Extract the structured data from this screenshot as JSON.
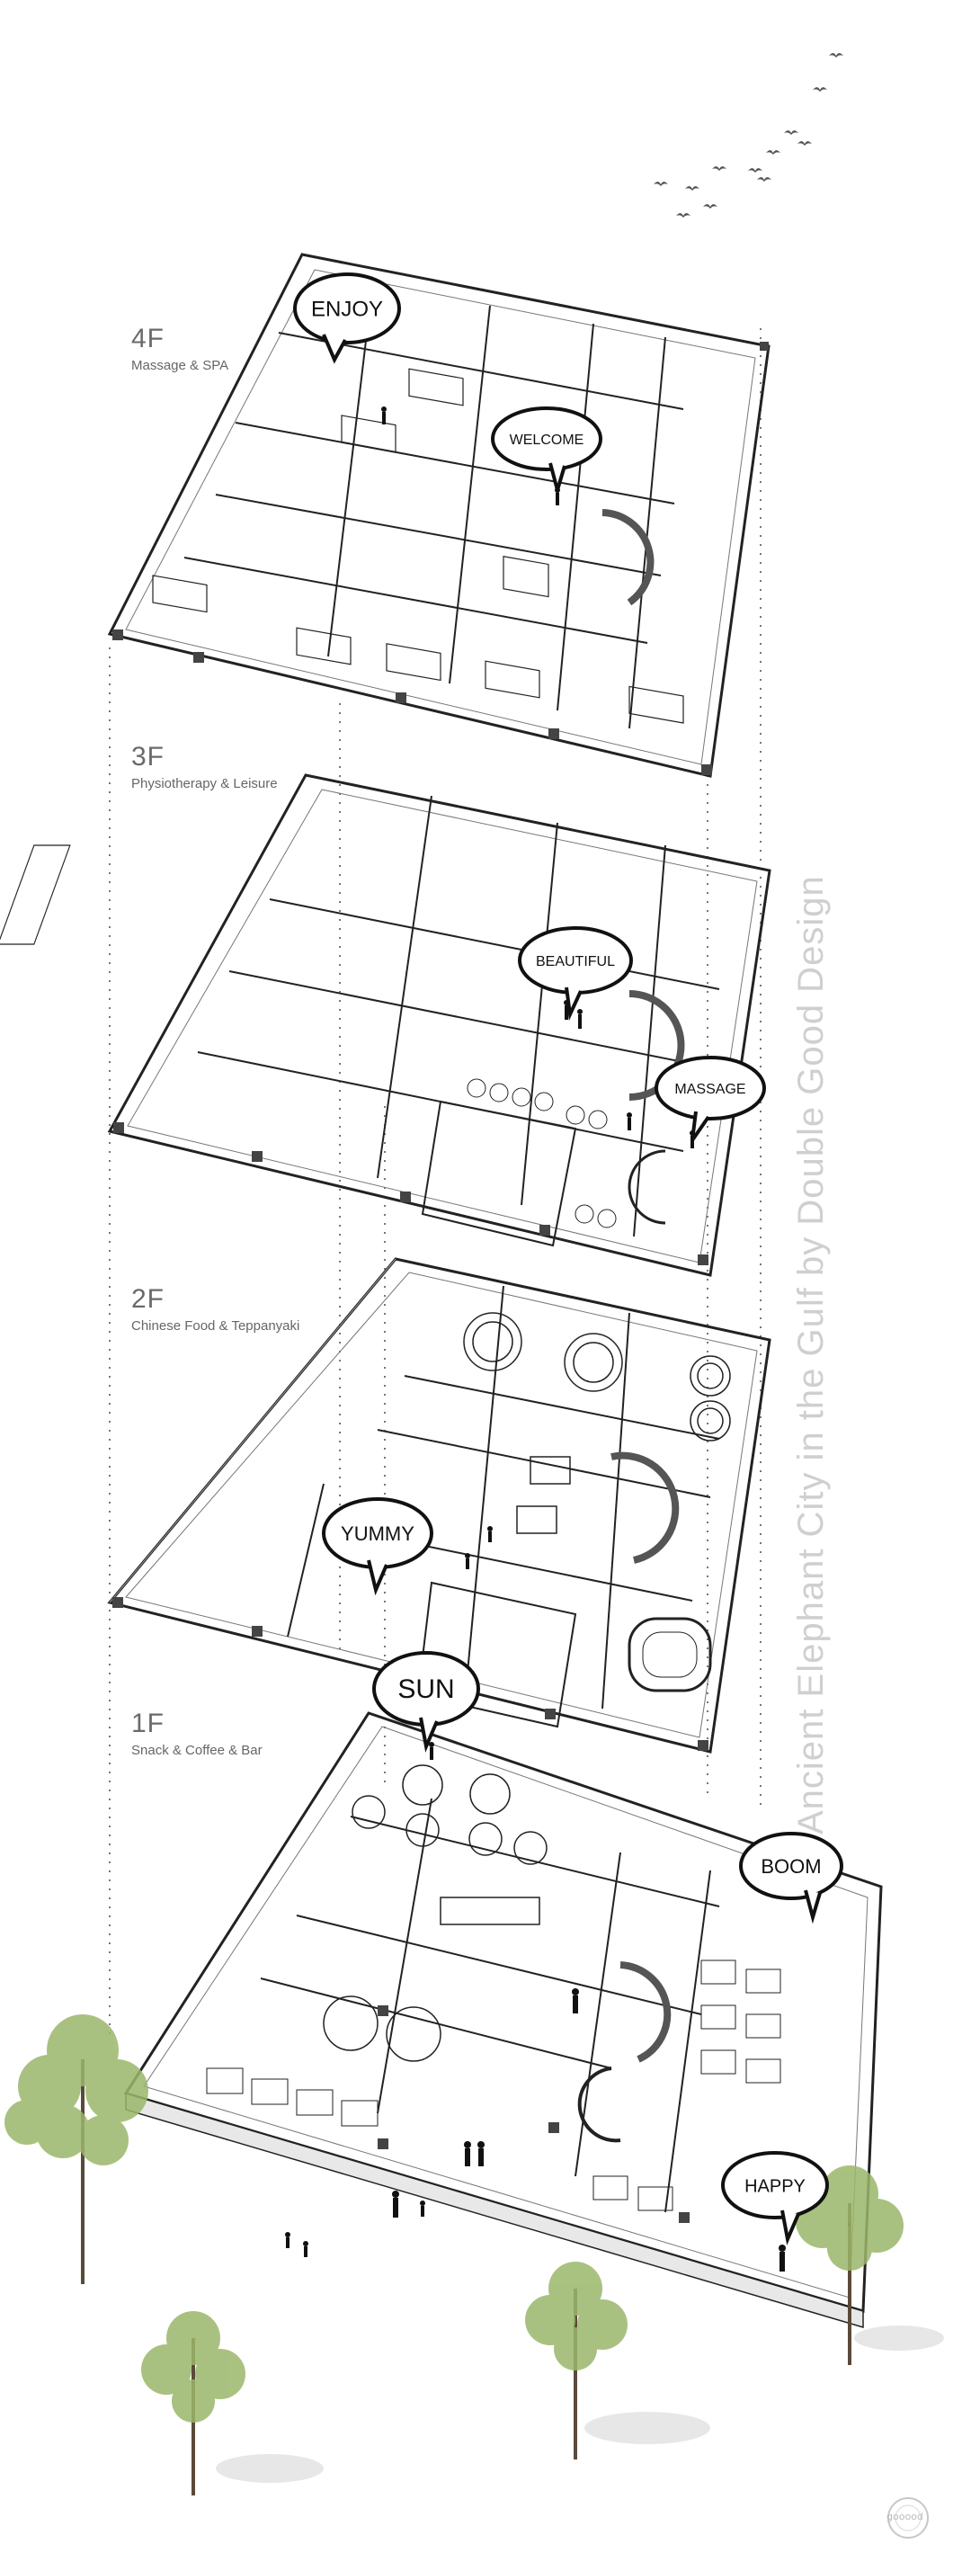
{
  "title": "Ancient Elephant City in the Gulf by Double Good Design",
  "floors": [
    {
      "code": "4F",
      "name": "Massage & SPA"
    },
    {
      "code": "3F",
      "name": "Physiotherapy & Leisure"
    },
    {
      "code": "2F",
      "name": "Chinese Food & Teppanyaki"
    },
    {
      "code": "1F",
      "name": "Snack & Coffee & Bar"
    }
  ],
  "bubbles": {
    "enjoy": "ENJOY",
    "welcome": "WELCOME",
    "beautiful": "BEAUTIFUL",
    "massage": "MASSAGE",
    "yummy": "YUMMY",
    "sun": "SUN",
    "boom": "BOOM",
    "happy": "HAPPY"
  },
  "watermark": "gooood"
}
